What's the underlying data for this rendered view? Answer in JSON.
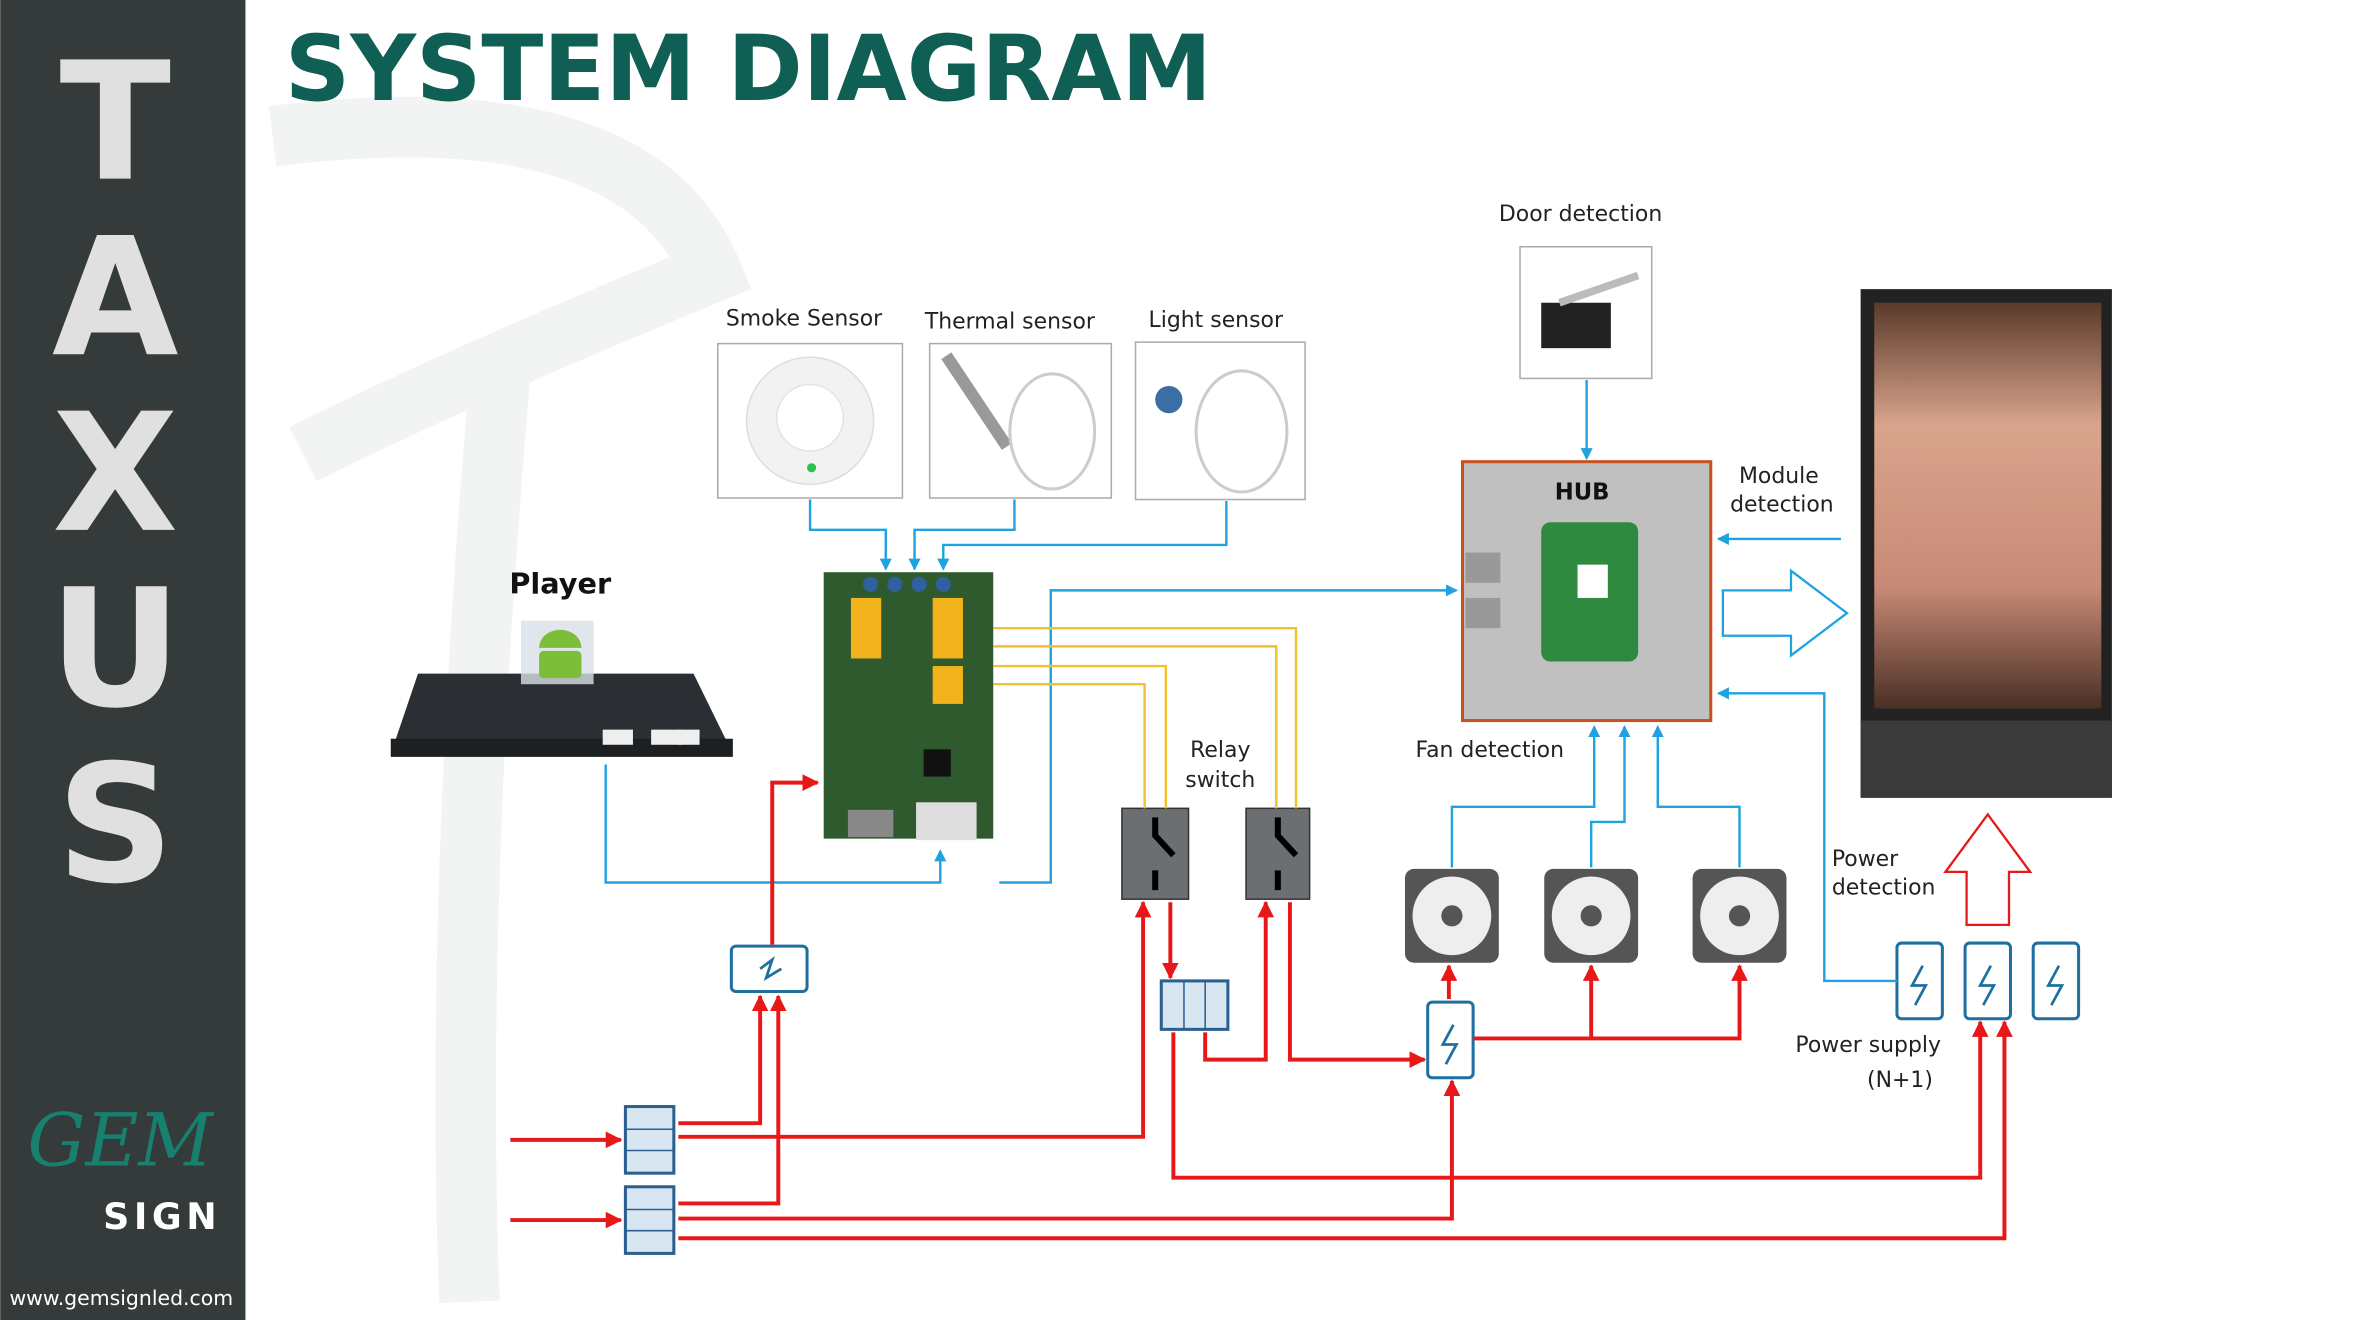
{
  "sidebar": {
    "letters": [
      "T",
      "A",
      "X",
      "U",
      "S"
    ],
    "logo": {
      "gem": "GEM",
      "sign": "SIGN"
    },
    "website": "www.gemsignled.com"
  },
  "title": "SYSTEM DIAGRAM",
  "labels": {
    "smoke": "Smoke Sensor",
    "thermal": "Thermal sensor",
    "light": "Light sensor",
    "door": "Door detection",
    "player": "Player",
    "hub": "HUB",
    "module_1": "Module",
    "module_2": "detection",
    "relay_1": "Relay",
    "relay_2": "switch",
    "fan": "Fan detection",
    "power_det_1": "Power",
    "power_det_2": "detection",
    "power_supply_1": "Power supply",
    "power_supply_2": "(N+1)"
  },
  "colors": {
    "sidebar": "#353b3a",
    "title": "#0f5f55",
    "signal_line": "#1fa3e0",
    "relay_line": "#f2c12e",
    "power_line": "#e81818",
    "hub_border": "#c8501e"
  }
}
